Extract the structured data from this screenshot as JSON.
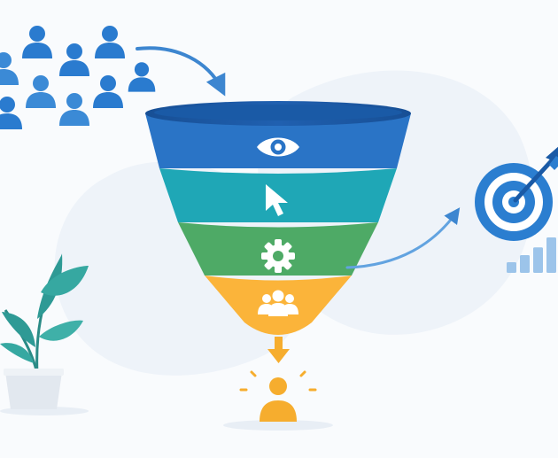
{
  "diagram": {
    "kind": "marketing-funnel",
    "stages": [
      {
        "icon": "eye-icon",
        "color": "#2a74c6"
      },
      {
        "icon": "cursor-icon",
        "color": "#1fa7b6"
      },
      {
        "icon": "gear-icon",
        "color": "#4eaa66"
      },
      {
        "icon": "people-icon",
        "color": "#fbb43a"
      }
    ],
    "rim_color": "#1b5ba8",
    "audience_color": "#2a7bcf",
    "outcome_color": "#f6ad2e",
    "target_color": "#2b7ed0",
    "arrow_color": "#4f93d6",
    "growth_bars": [
      0.3,
      0.5,
      0.72,
      1.0
    ],
    "plant_color": "#2e9a95"
  }
}
